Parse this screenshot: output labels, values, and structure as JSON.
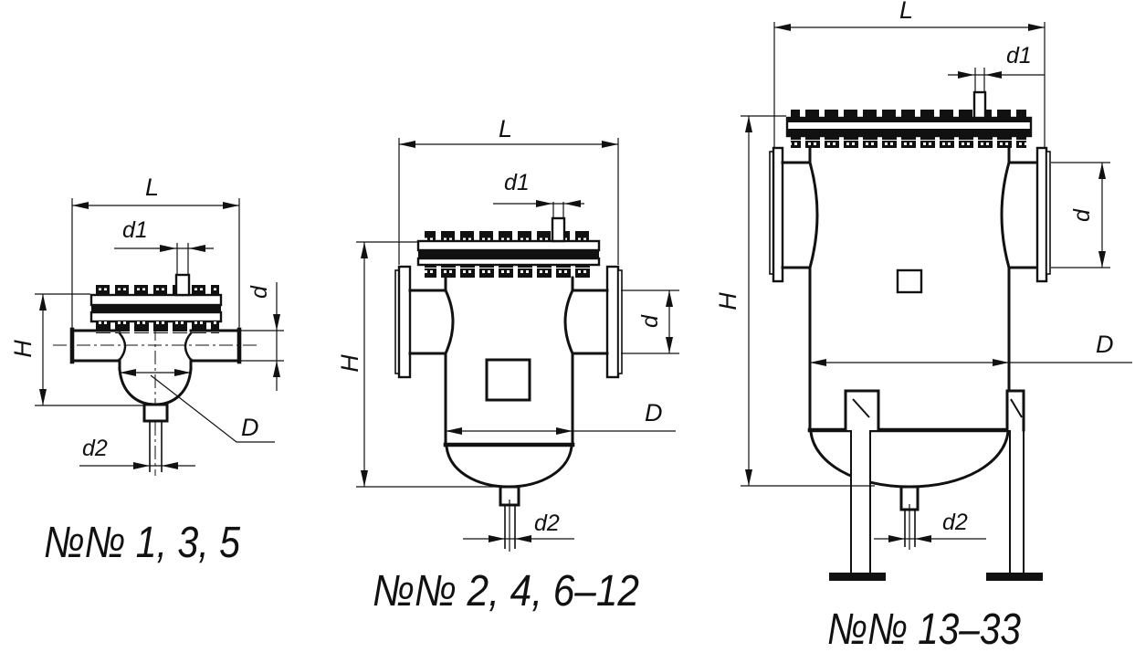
{
  "drawing": {
    "background_color": "#ffffff",
    "line_color": "#111111"
  },
  "figures": [
    {
      "id": "strainer-small",
      "caption": "№№ 1, 3, 5",
      "dims": {
        "L": "L",
        "d1": "d1",
        "d": "d",
        "H": "H",
        "D": "D",
        "d2": "d2"
      }
    },
    {
      "id": "strainer-medium",
      "caption": "№№ 2, 4, 6–12",
      "dims": {
        "L": "L",
        "d1": "d1",
        "d": "d",
        "H": "H",
        "D": "D",
        "d2": "d2"
      }
    },
    {
      "id": "strainer-large",
      "caption": "№№ 13–33",
      "dims": {
        "L": "L",
        "d1": "d1",
        "d": "d",
        "H": "H",
        "D": "D",
        "d2": "d2"
      }
    }
  ]
}
